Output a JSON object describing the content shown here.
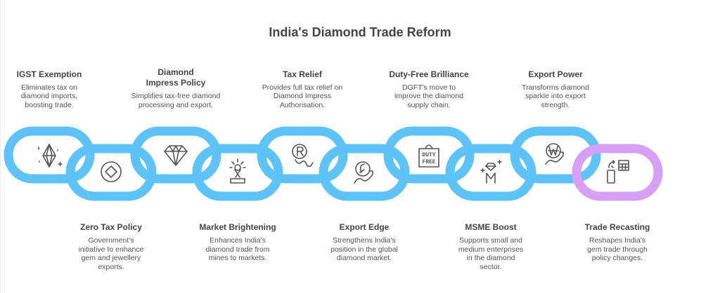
{
  "title": "India's Diamond Trade Reform",
  "colors": {
    "link": "#5ec3f8",
    "final_link": "#d7a0f6",
    "icon": "#555555"
  },
  "steps": [
    {
      "title": "IGST Exemption",
      "desc": "Eliminates tax on diamond imports, boosting trade.",
      "icon": "sparkling-diamond-icon",
      "position": "top"
    },
    {
      "title": "Zero Tax Policy",
      "desc": "Government's initiative to enhance gem and jewellery exports.",
      "icon": "coin-diamond-icon",
      "position": "bottom"
    },
    {
      "title": "Diamond Impress Policy",
      "desc": "Simplifies tax-free diamond processing and export.",
      "icon": "diamond-icon",
      "position": "top"
    },
    {
      "title": "Market Brightening",
      "desc": "Enhances India's diamond trade from mines to markets.",
      "icon": "shining-ring-icon",
      "position": "bottom"
    },
    {
      "title": "Tax Relief",
      "desc": "Provides full tax relief on Diamond Impress Authorisation.",
      "icon": "rupee-down-icon",
      "position": "top"
    },
    {
      "title": "Export Edge",
      "desc": "Strengthens India's position in the global diamond market.",
      "icon": "currency-up-icon",
      "position": "bottom"
    },
    {
      "title": "Duty-Free Brilliance",
      "desc": "DGFT's move to improve the diamond supply chain.",
      "icon": "duty-free-bag-icon",
      "position": "top"
    },
    {
      "title": "MSME Boost",
      "desc": "Supports small and medium enterprises in the diamond sector.",
      "icon": "diamond-m-icon",
      "position": "bottom"
    },
    {
      "title": "Export Power",
      "desc": "Transforms diamond sparkle into export strength.",
      "icon": "won-up-icon",
      "position": "top"
    },
    {
      "title": "Trade Recasting",
      "desc": "Reshapes India's gem trade through policy changes.",
      "icon": "phone-calculator-icon",
      "position": "bottom"
    }
  ],
  "duty_free_text": [
    "DUTY",
    "FREE"
  ]
}
